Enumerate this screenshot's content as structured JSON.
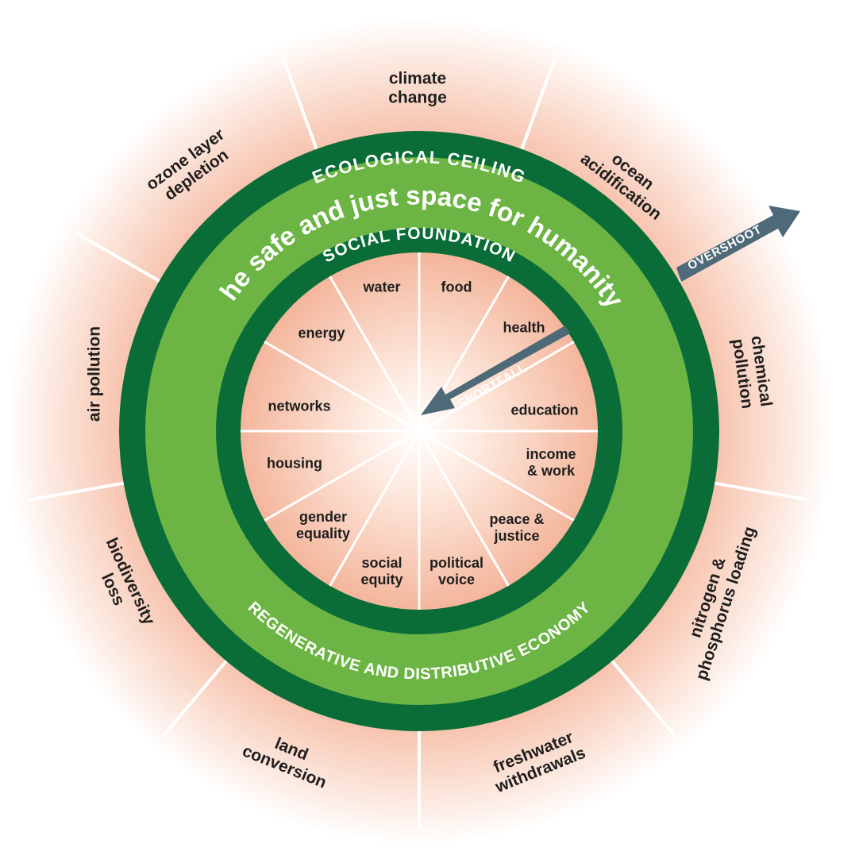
{
  "colors": {
    "dark_green": "#0a6d38",
    "light_green": "#6cb545",
    "pink": "#f4b69c",
    "arrow": "#4e6a78",
    "spoke": "#ffffff"
  },
  "ring": {
    "ecological_ceiling": "ECOLOGICAL CEILING",
    "safe_space": "the safe and just space for humanity",
    "social_foundation": "SOCIAL FOUNDATION",
    "economy": "REGENERATIVE AND DISTRIBUTIVE ECONOMY"
  },
  "arrows": {
    "overshoot": "OVERSHOOT",
    "shortfall": "SHORTFALL"
  },
  "ecological_dimensions": [
    [
      "climate",
      "change"
    ],
    [
      "ocean",
      "acidification"
    ],
    [
      "chemical",
      "pollution"
    ],
    [
      "nitrogen &",
      "phosphorus loading"
    ],
    [
      "freshwater",
      "withdrawals"
    ],
    [
      "land",
      "conversion"
    ],
    [
      "biodiversity",
      "loss"
    ],
    [
      "air pollution"
    ],
    [
      "ozone layer",
      "depletion"
    ]
  ],
  "social_dimensions": [
    [
      "food"
    ],
    [
      "health"
    ],
    [
      "education"
    ],
    [
      "income",
      "& work"
    ],
    [
      "peace &",
      "justice"
    ],
    [
      "political",
      "voice"
    ],
    [
      "social",
      "equity"
    ],
    [
      "gender",
      "equality"
    ],
    [
      "housing"
    ],
    [
      "networks"
    ],
    [
      "energy"
    ],
    [
      "water"
    ]
  ]
}
